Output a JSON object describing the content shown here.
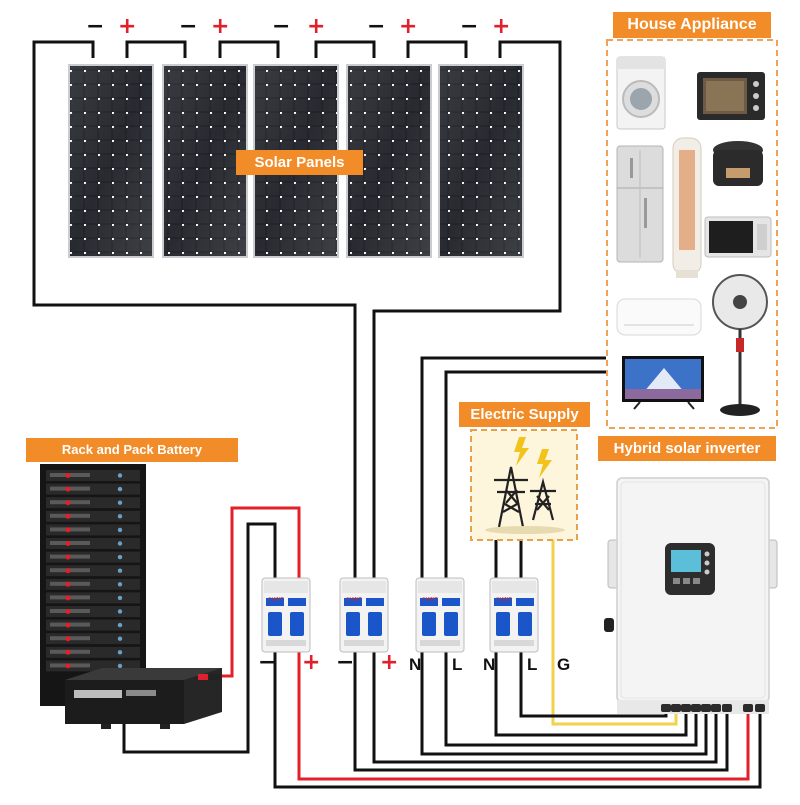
{
  "labels": {
    "solar_panels": "Solar Panels",
    "house_appliance": "House Appliance",
    "electric_supply": "Electric Supply",
    "hybrid_inverter": "Hybrid solar inverter",
    "battery": "Rack and Pack Battery"
  },
  "panel_polarity": {
    "minus": "−",
    "plus": "+"
  },
  "breakers": {
    "battery": {
      "minus": "−",
      "plus": "+"
    },
    "solar": {
      "minus": "−",
      "plus": "+"
    },
    "load": {
      "n": "N",
      "l": "L"
    },
    "grid": {
      "n": "N",
      "l": "L",
      "g": "G"
    }
  },
  "brand": "CHINT",
  "colors": {
    "accent": "#f28c28",
    "positive_wire": "#e0202a",
    "neutral_wire": "#111111",
    "ground_wire": "#f2d24b",
    "breaker_blue": "#1a56c9"
  },
  "icons": [
    "solar-panel-icon",
    "washing-machine-icon",
    "oven-icon",
    "fridge-icon",
    "tower-fan-icon",
    "rice-cooker-icon",
    "microwave-icon",
    "air-conditioner-icon",
    "standing-fan-icon",
    "tv-icon",
    "transmission-tower-icon",
    "lightning-icon",
    "inverter-icon",
    "battery-rack-icon",
    "circuit-breaker-icon"
  ]
}
